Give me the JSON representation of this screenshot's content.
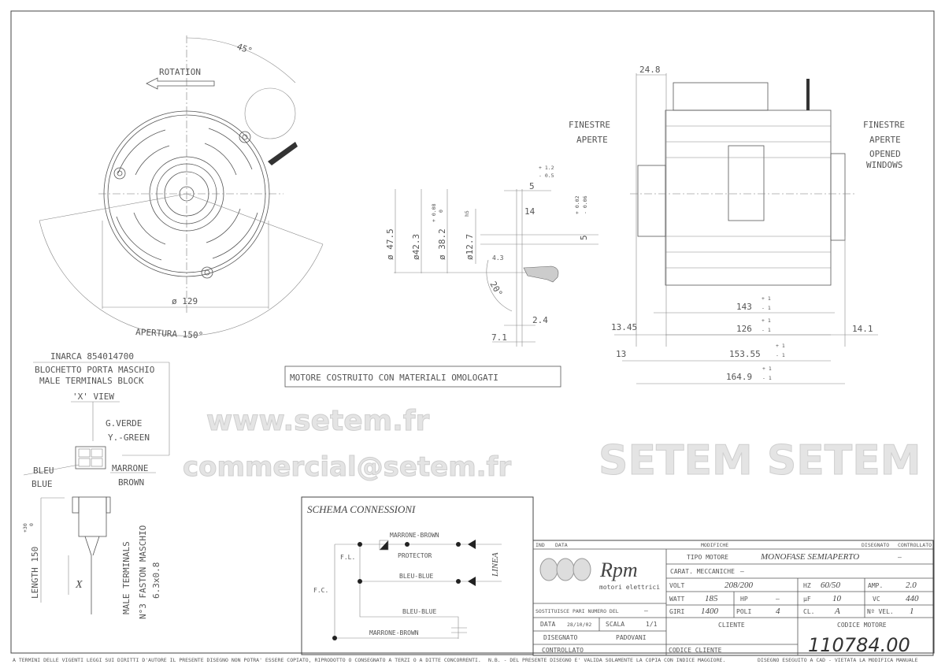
{
  "front_view": {
    "rotation_label": "ROTATION",
    "angle_45": "45°",
    "diameter": "ø 129",
    "opening": "APERTURA 150°"
  },
  "terminal_block": {
    "part_code": "INARCA 854014700",
    "title_it": "BLOCHETTO PORTA MASCHIO",
    "title_en": "MALE TERMINALS BLOCK",
    "view": "'X' VIEW",
    "green_it": "G.VERDE",
    "green_en": "Y.-GREEN",
    "blue_it": "BLEU",
    "blue_en": "BLUE",
    "brown_it": "MARRONE",
    "brown_en": "BROWN",
    "length": "LENGTH 150",
    "length_tol_plus": "+30",
    "length_tol_minus": "0",
    "x_label": "X",
    "male_terminals": "MALE TERMINALS",
    "faston": "N°3 FASTON MASCHIO",
    "faston_size": "6.3x0.8"
  },
  "shaft_detail": {
    "d47": "ø 47.5",
    "d42": "ø42.3",
    "d38": "ø 38.2",
    "d38_tol_plus": "+ 0.08",
    "d38_tol_minus": "0",
    "d12": "ø12.7",
    "d12_tol": "h5",
    "dim5": "5",
    "dim5_tol_plus": "+ 1.2",
    "dim5_tol_minus": "- 0.5",
    "dim14": "14",
    "dim5b": "5",
    "dim5b_tol_plus": "+ 0.02",
    "dim5b_tol_minus": "- 0.06",
    "dim43": "4.3",
    "angle20": "20°",
    "dim24": "2.4",
    "dim71": "7.1"
  },
  "side_view": {
    "dim248": "24.8",
    "windows_left_1": "FINESTRE",
    "windows_left_2": "APERTE",
    "windows_right_1": "FINESTRE",
    "windows_right_2": "APERTE",
    "windows_right_3": "OPENED",
    "windows_right_4": "WINDOWS",
    "dim143": "143",
    "dim126": "126",
    "dim1345": "13.45",
    "dim141": "14.1",
    "dim15355": "153.55",
    "dim1649": "164.9",
    "dim13": "13",
    "tol_plus": "+ 1",
    "tol_minus": "- 1"
  },
  "note_materials": "MOTORE COSTRUITO CON MATERIALI OMOLOGATI",
  "schema": {
    "title": "SCHEMA CONNESSIONI",
    "brown_top": "MARRONE-BROWN",
    "protector": "PROTECTOR",
    "blue_mid": "BLEU-BLUE",
    "blue_low": "BLEU-BLUE",
    "brown_low": "MARRONE-BROWN",
    "fl": "F.L.",
    "fc": "F.C.",
    "linea": "LINEA"
  },
  "title_block": {
    "ind": "IND",
    "data_hdr": "DATA",
    "modifiche": "MODIFICHE",
    "disegnato_hdr": "DISEGNATO",
    "controllato_hdr": "CONTROLLATO",
    "logo_text": "Rpm",
    "logo_sub": "motori elettrici",
    "tipo_motore_label": "TIPO MOTORE",
    "tipo_motore": "MONOFASE SEMIAPERTO",
    "tipo_motore_extra": "—",
    "carat_label": "CARAT. MECCANICHE",
    "carat_value": "—",
    "volt_label": "VOLT",
    "volt": "208/200",
    "hz_label": "HZ",
    "hz": "60/50",
    "amp_label": "AMP.",
    "amp": "2.0",
    "watt_label": "WATT",
    "watt": "185",
    "hp_label": "HP",
    "hp": "—",
    "uf_label": "µF",
    "uf": "10",
    "vc_label": "VC",
    "vc": "440",
    "giri_label": "GIRI",
    "giri": "1400",
    "poli_label": "POLI",
    "poli": "4",
    "cl_label": "CL.",
    "cl": "A",
    "nvel_label": "Nº VEL.",
    "nvel": "1",
    "sostituisce_label": "SOSTITUISCE PARI NUMERO DEL",
    "sostituisce": "—",
    "data_label": "DATA",
    "data": "28/10/02",
    "scala_label": "SCALA",
    "scala": "1/1",
    "disegnato_label": "DISEGNATO",
    "disegnato": "PADOVANI",
    "controllato_label": "CONTROLLATO",
    "cliente_label": "CLIENTE",
    "codice_cliente_label": "CODICE CLIENTE",
    "codice_motore_label": "CODICE MOTORE",
    "codice_motore": "110784.00"
  },
  "footer": {
    "copyright": "A TERMINI DELLE VIGENTI LEGGI SUI DIRITTI D'AUTORE IL PRESENTE DISEGNO NON POTRA' ESSERE COPIATO, RIPRODOTTO O CONSEGNATO A TERZI O A DITTE CONCORRENTI.",
    "note": "N.B. - DEL PRESENTE DISEGNO E' VALIDA SOLAMENTE LA COPIA CON INDICE MAGGIORE.",
    "cad": "DISEGNO ESEGUITO A CAD - VIETATA LA MODIFICA MANUALE"
  },
  "watermark": {
    "url": "www.setem.fr",
    "brand": "SETEM SETEM",
    "email": "commercial@setem.fr"
  }
}
